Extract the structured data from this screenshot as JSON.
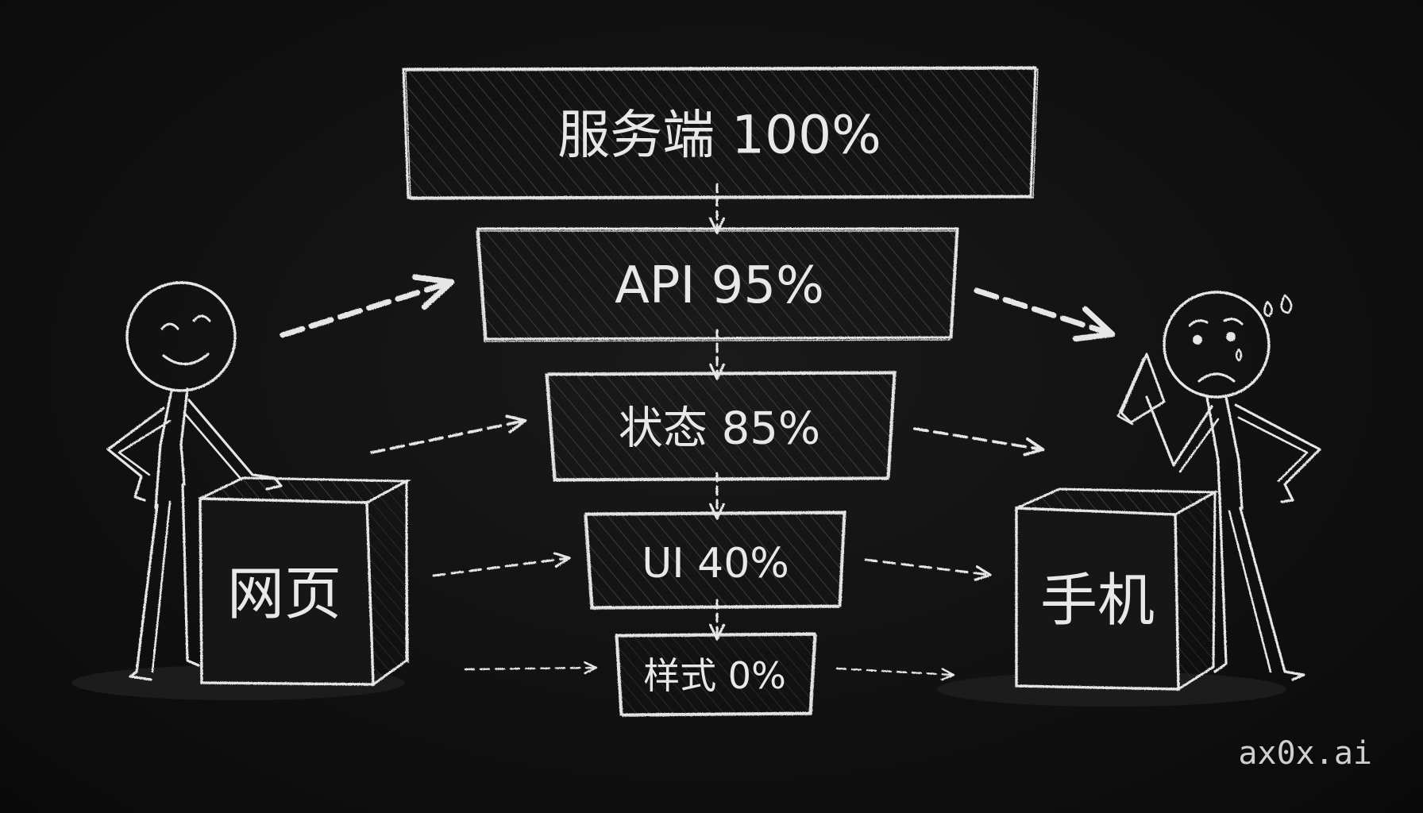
{
  "layers": [
    {
      "label": "服务端 100%"
    },
    {
      "label": "API 95%"
    },
    {
      "label": "状态 85%"
    },
    {
      "label": "UI 40%"
    },
    {
      "label": "样式 0%"
    }
  ],
  "left_box": {
    "label": "网页"
  },
  "right_box": {
    "label": "手机"
  },
  "watermark": "ax0x.ai",
  "colors": {
    "background": "#111111",
    "chalk": "#e6e6e6"
  }
}
